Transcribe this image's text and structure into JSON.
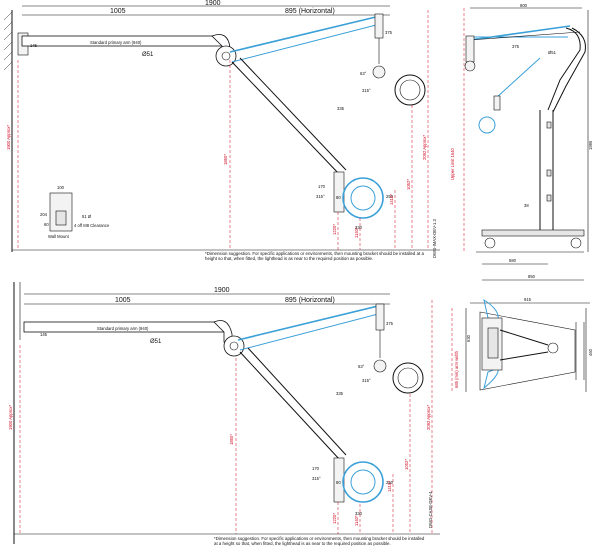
{
  "top_elevation": {
    "dim_total": "1900",
    "dim_left": "1005",
    "dim_right": "895 (Horizontal)",
    "arm_label": "Standard primary arm (940)",
    "dia": "Ø51",
    "dim_145": "145",
    "d_375": "375",
    "d_63": "63°",
    "d_315": "315°",
    "d_335": "335",
    "d_170": "170",
    "d_315b": "315°",
    "d_80": "80",
    "d_250": "250",
    "d_330": "330",
    "v_1900": "1900 Approx*",
    "v_1850": "1850*",
    "v_2092": "2092 Approx*",
    "v_1052": "1052*",
    "v_1220": "1220*",
    "v_1140": "1140*",
    "v_1410": "1410*",
    "note": "*Dimension suggestion. For specific applications or environments, then mounting bracket should be installed at a height so that, when fitted, the lighthead is as near to the required position as possible.",
    "dwg": "DWG-IMAX-DEV-1.3"
  },
  "wall_mount": {
    "w_100": "100",
    "h_204": "204",
    "w_60": "60",
    "hole": "4 off M8 Clearance",
    "d_51": "51 Ø",
    "label": "Wall Mount"
  },
  "bottom_elevation": {
    "dim_total": "1900",
    "dim_left": "1005",
    "dim_right": "895 (Horizontal)",
    "arm_label": "Standard primary arm (940)",
    "dia": "Ø51",
    "dim_145": "145",
    "d_375": "375",
    "d_63": "63°",
    "d_315": "315°",
    "d_335": "335",
    "d_170": "170",
    "d_315b": "315°",
    "d_80": "80",
    "d_250": "250",
    "d_330": "330",
    "v_1900": "1900 Approx*",
    "v_1850": "1850*",
    "v_2092": "2092 Approx*",
    "v_1052": "1052*",
    "v_1220": "1220*",
    "v_1140": "1140*",
    "v_1410": "1410*",
    "note": "*Dimension suggestion. For specific applications or environments, then mounting bracket should be installed at a height so that, when fitted, the lighthead is as near to the required position as possible.",
    "dwg": "DWG-CASE-DEV-4"
  },
  "mobile_stand": {
    "dim_top": "800",
    "d_375": "375",
    "d_51": "Ø51",
    "v_1995": "1995",
    "v_upper": "Upper Limit 1640",
    "d_38": "38",
    "dim_580": "580",
    "dim_850": "850"
  },
  "plan_view": {
    "dim_top": "915",
    "v_left": "685 (min) arm width",
    "v_right": "460",
    "d_630": "630"
  }
}
